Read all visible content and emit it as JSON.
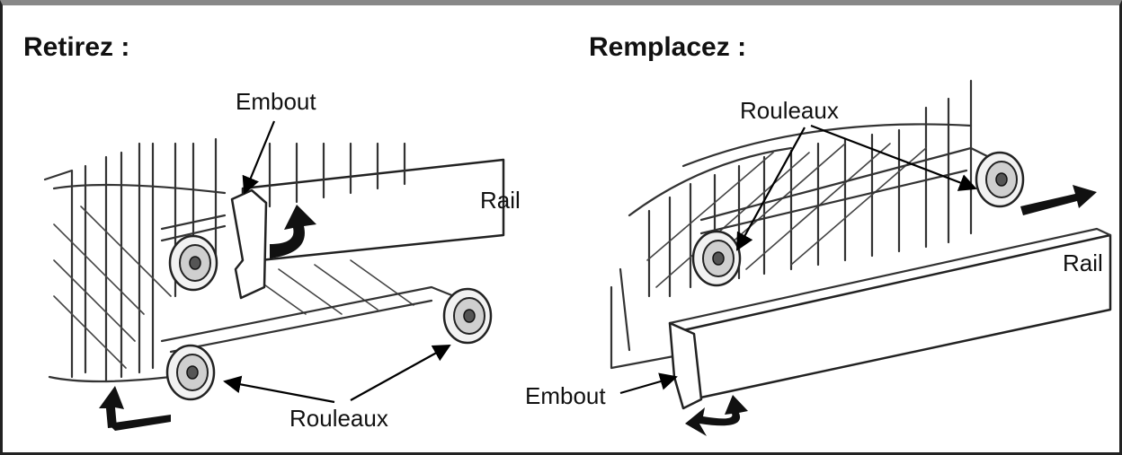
{
  "left_panel": {
    "heading": "Retirez :",
    "labels": {
      "embout": "Embout",
      "rail": "Rail",
      "rouleaux": "Rouleaux"
    }
  },
  "right_panel": {
    "heading": "Remplacez :",
    "labels": {
      "rouleaux": "Rouleaux",
      "rail": "Rail",
      "embout": "Embout"
    }
  }
}
